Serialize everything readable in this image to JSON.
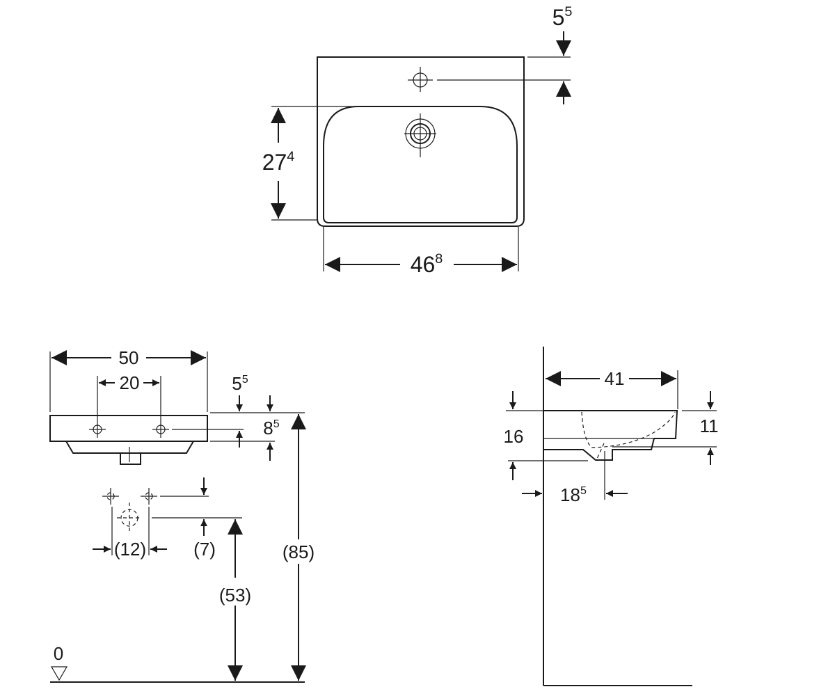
{
  "top_view": {
    "dim_width": {
      "main": "46",
      "sup": "8"
    },
    "dim_depth": {
      "main": "27",
      "sup": "4"
    },
    "dim_tap_hole": {
      "main": "5",
      "sup": "5"
    }
  },
  "front_view": {
    "dim_overall_width": "50",
    "dim_tap_spacing": "20",
    "dim_top_offset": {
      "main": "5",
      "sup": "5"
    },
    "dim_thickness": {
      "main": "8",
      "sup": "5"
    },
    "dim_supply_spacing": "(12)",
    "dim_supply_offset": "(7)",
    "dim_waste_height": "(53)",
    "dim_rim_height": "(85)",
    "floor_level": "0"
  },
  "side_view": {
    "dim_projection": "41",
    "dim_height": "16",
    "dim_depth": "11",
    "dim_waste_offset": {
      "main": "18",
      "sup": "5"
    }
  }
}
